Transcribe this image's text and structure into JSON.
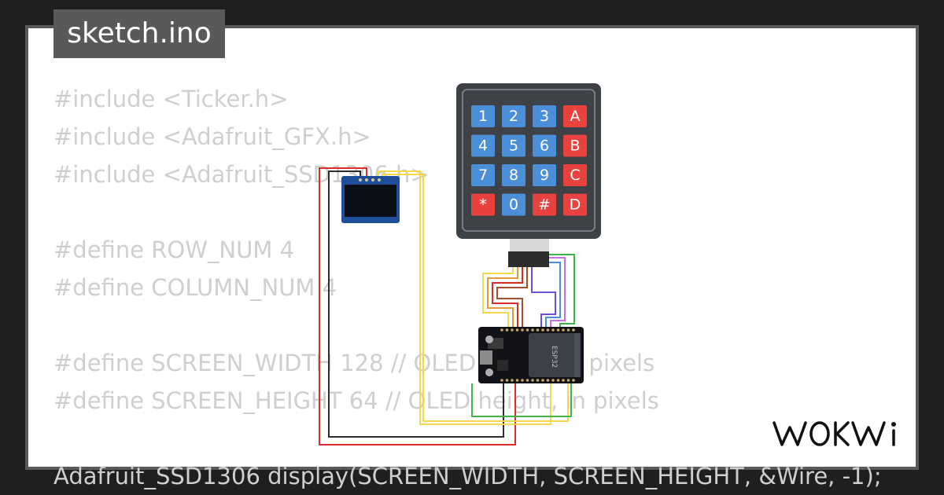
{
  "tab": {
    "filename": "sketch.ino"
  },
  "code": {
    "lines": [
      "#include <Ticker.h>",
      "#include <Adafruit_GFX.h>",
      "#include <Adafruit_SSD1306.h>",
      "",
      "#define ROW_NUM 4",
      "#define COLUMN_NUM 4",
      "",
      "#define SCREEN_WIDTH 128 // OLED width, in pixels",
      "#define SCREEN_HEIGHT 64 // OLED height, in pixels",
      "",
      "Adafruit_SSD1306 display(SCREEN_WIDTH, SCREEN_HEIGHT, &Wire, -1);"
    ]
  },
  "keypad": {
    "rows": [
      [
        {
          "label": "1",
          "kind": "digit"
        },
        {
          "label": "2",
          "kind": "digit"
        },
        {
          "label": "3",
          "kind": "digit"
        },
        {
          "label": "A",
          "kind": "letter"
        }
      ],
      [
        {
          "label": "4",
          "kind": "digit"
        },
        {
          "label": "5",
          "kind": "digit"
        },
        {
          "label": "6",
          "kind": "digit"
        },
        {
          "label": "B",
          "kind": "letter"
        }
      ],
      [
        {
          "label": "7",
          "kind": "digit"
        },
        {
          "label": "8",
          "kind": "digit"
        },
        {
          "label": "9",
          "kind": "digit"
        },
        {
          "label": "C",
          "kind": "letter"
        }
      ],
      [
        {
          "label": "*",
          "kind": "letter"
        },
        {
          "label": "0",
          "kind": "digit"
        },
        {
          "label": "#",
          "kind": "letter"
        },
        {
          "label": "D",
          "kind": "letter"
        }
      ]
    ],
    "colors": {
      "digit": "#4b8fd8",
      "letter": "#e8423f",
      "body": "#3e4146"
    }
  },
  "board": {
    "chip_label": "ESP32"
  },
  "wires": {
    "colors": [
      "#e02b2b",
      "#f5d94a",
      "#6b4fd8",
      "#3fb44a",
      "#2d2d2d",
      "#e39a3a"
    ]
  },
  "brand": {
    "name": "WOKWI"
  }
}
